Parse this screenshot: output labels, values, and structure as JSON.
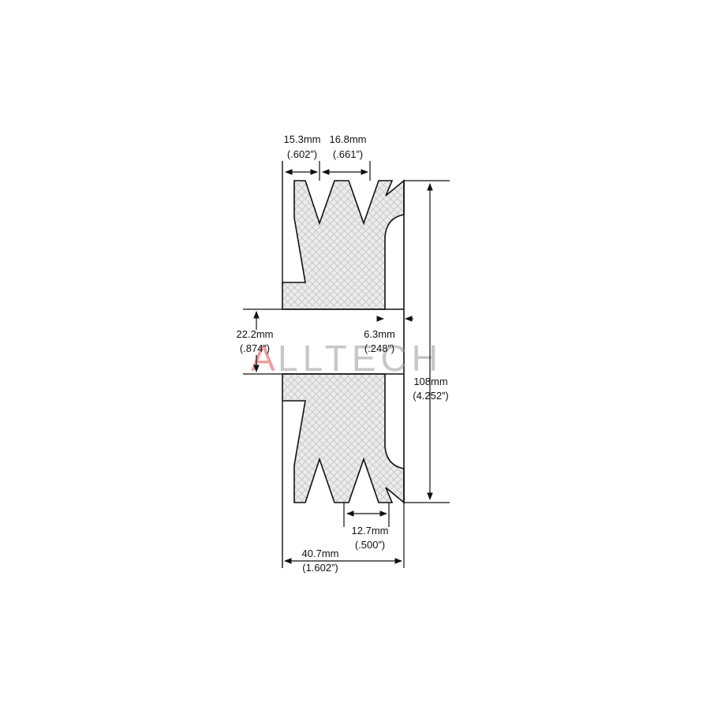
{
  "watermark": {
    "text_a": "A",
    "text_rest": "LLTECH",
    "accent_color": "#d9534f",
    "gray_color": "#9a9a9a"
  },
  "colors": {
    "line": "#111111",
    "fill": "#ececec",
    "hatch": "#c4c4c4"
  },
  "dimensions": {
    "groove_width": {
      "mm": "15.3mm",
      "inch": "(.602”)"
    },
    "groove_pitch": {
      "mm": "16.8mm",
      "inch": "(.661”)"
    },
    "bore_diameter": {
      "mm": "22.2mm",
      "inch": "(.874”)"
    },
    "hub_offset": {
      "mm": "6.3mm",
      "inch": "(.248”)"
    },
    "outer_diameter": {
      "mm": "108mm",
      "inch": "(4.252”)"
    },
    "groove_bottom_spacing": {
      "mm": "12.7mm",
      "inch": "(.500”)"
    },
    "overall_width": {
      "mm": "40.7mm",
      "inch": "(1.602”)"
    }
  }
}
